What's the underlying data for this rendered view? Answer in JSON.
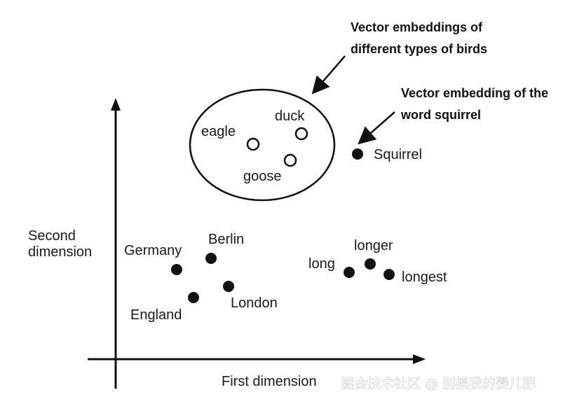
{
  "axes": {
    "x_label": "First dimension",
    "y_label_line1": "Second",
    "y_label_line2": "dimension"
  },
  "annotations": {
    "birds_line1": "Vector embeddings of",
    "birds_line2": "different types of birds",
    "squirrel_line1": "Vector embedding of the",
    "squirrel_line2": "word squirrel"
  },
  "points": {
    "eagle": {
      "label": "eagle",
      "style": "hollow"
    },
    "duck": {
      "label": "duck",
      "style": "hollow"
    },
    "goose": {
      "label": "goose",
      "style": "hollow"
    },
    "squirrel": {
      "label": "Squirrel",
      "style": "filled"
    },
    "germany": {
      "label": "Germany",
      "style": "filled"
    },
    "berlin": {
      "label": "Berlin",
      "style": "filled"
    },
    "england": {
      "label": "England",
      "style": "filled"
    },
    "london": {
      "label": "London",
      "style": "filled"
    },
    "long": {
      "label": "long",
      "style": "filled"
    },
    "longer": {
      "label": "longer",
      "style": "filled"
    },
    "longest": {
      "label": "longest",
      "style": "filled"
    }
  },
  "watermark": "掘金技术社区 @ 别摸我的婴儿肥",
  "colors": {
    "ink": "#111111",
    "background": "#ffffff"
  }
}
